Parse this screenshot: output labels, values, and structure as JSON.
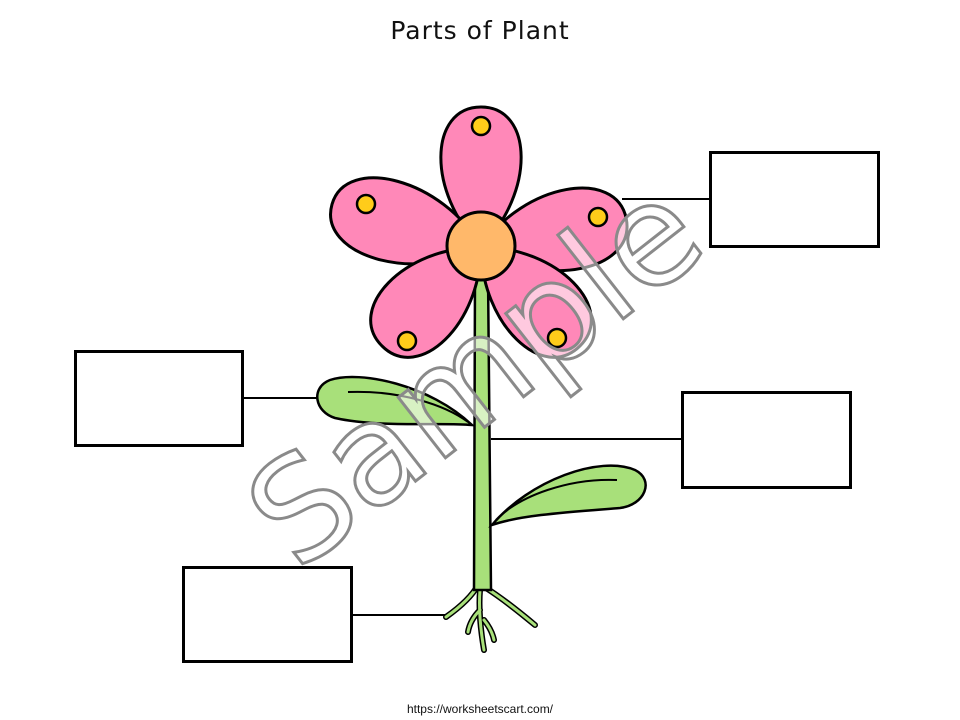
{
  "title": "Parts of Plant",
  "footer": "https://worksheetscart.com/",
  "watermark": "Sample",
  "colors": {
    "petal": "#ff88b8",
    "center": "#ffb86a",
    "dot": "#ffcc1a",
    "leaf": "#a8e07a",
    "outline": "#000000"
  },
  "label_boxes": [
    {
      "id": "flower",
      "value": ""
    },
    {
      "id": "leaf",
      "value": ""
    },
    {
      "id": "stem",
      "value": ""
    },
    {
      "id": "root",
      "value": ""
    }
  ]
}
